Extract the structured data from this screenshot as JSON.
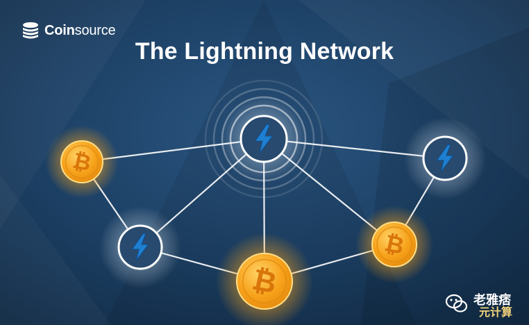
{
  "brand": {
    "bold": "Coin",
    "light": "source"
  },
  "title": "The Lightning Network",
  "watermark": {
    "line1": "老雅痞",
    "line2": "元计算"
  },
  "colors": {
    "background": "#1a3a5c",
    "bitcoin_orange": "#f7a21b",
    "lightning_blue": "#1f7fd0",
    "node_fill": "#284a6e",
    "edge": "#ffffff"
  },
  "diagram": {
    "nodes": [
      {
        "id": "hub",
        "kind": "lightning",
        "icon": "lightning-bolt-icon",
        "pulse": true
      },
      {
        "id": "btc-left",
        "kind": "bitcoin",
        "icon": "bitcoin-icon"
      },
      {
        "id": "ln-right",
        "kind": "lightning",
        "icon": "lightning-bolt-icon"
      },
      {
        "id": "ln-lower-left",
        "kind": "lightning",
        "icon": "lightning-bolt-icon"
      },
      {
        "id": "btc-bottom",
        "kind": "bitcoin",
        "icon": "bitcoin-icon"
      },
      {
        "id": "btc-right",
        "kind": "bitcoin",
        "icon": "bitcoin-icon"
      }
    ],
    "edges": [
      [
        "btc-left",
        "hub"
      ],
      [
        "hub",
        "ln-right"
      ],
      [
        "btc-left",
        "ln-lower-left"
      ],
      [
        "ln-lower-left",
        "hub"
      ],
      [
        "hub",
        "btc-bottom"
      ],
      [
        "hub",
        "btc-right"
      ],
      [
        "ln-lower-left",
        "btc-bottom"
      ],
      [
        "btc-bottom",
        "btc-right"
      ],
      [
        "btc-right",
        "ln-right"
      ]
    ]
  }
}
